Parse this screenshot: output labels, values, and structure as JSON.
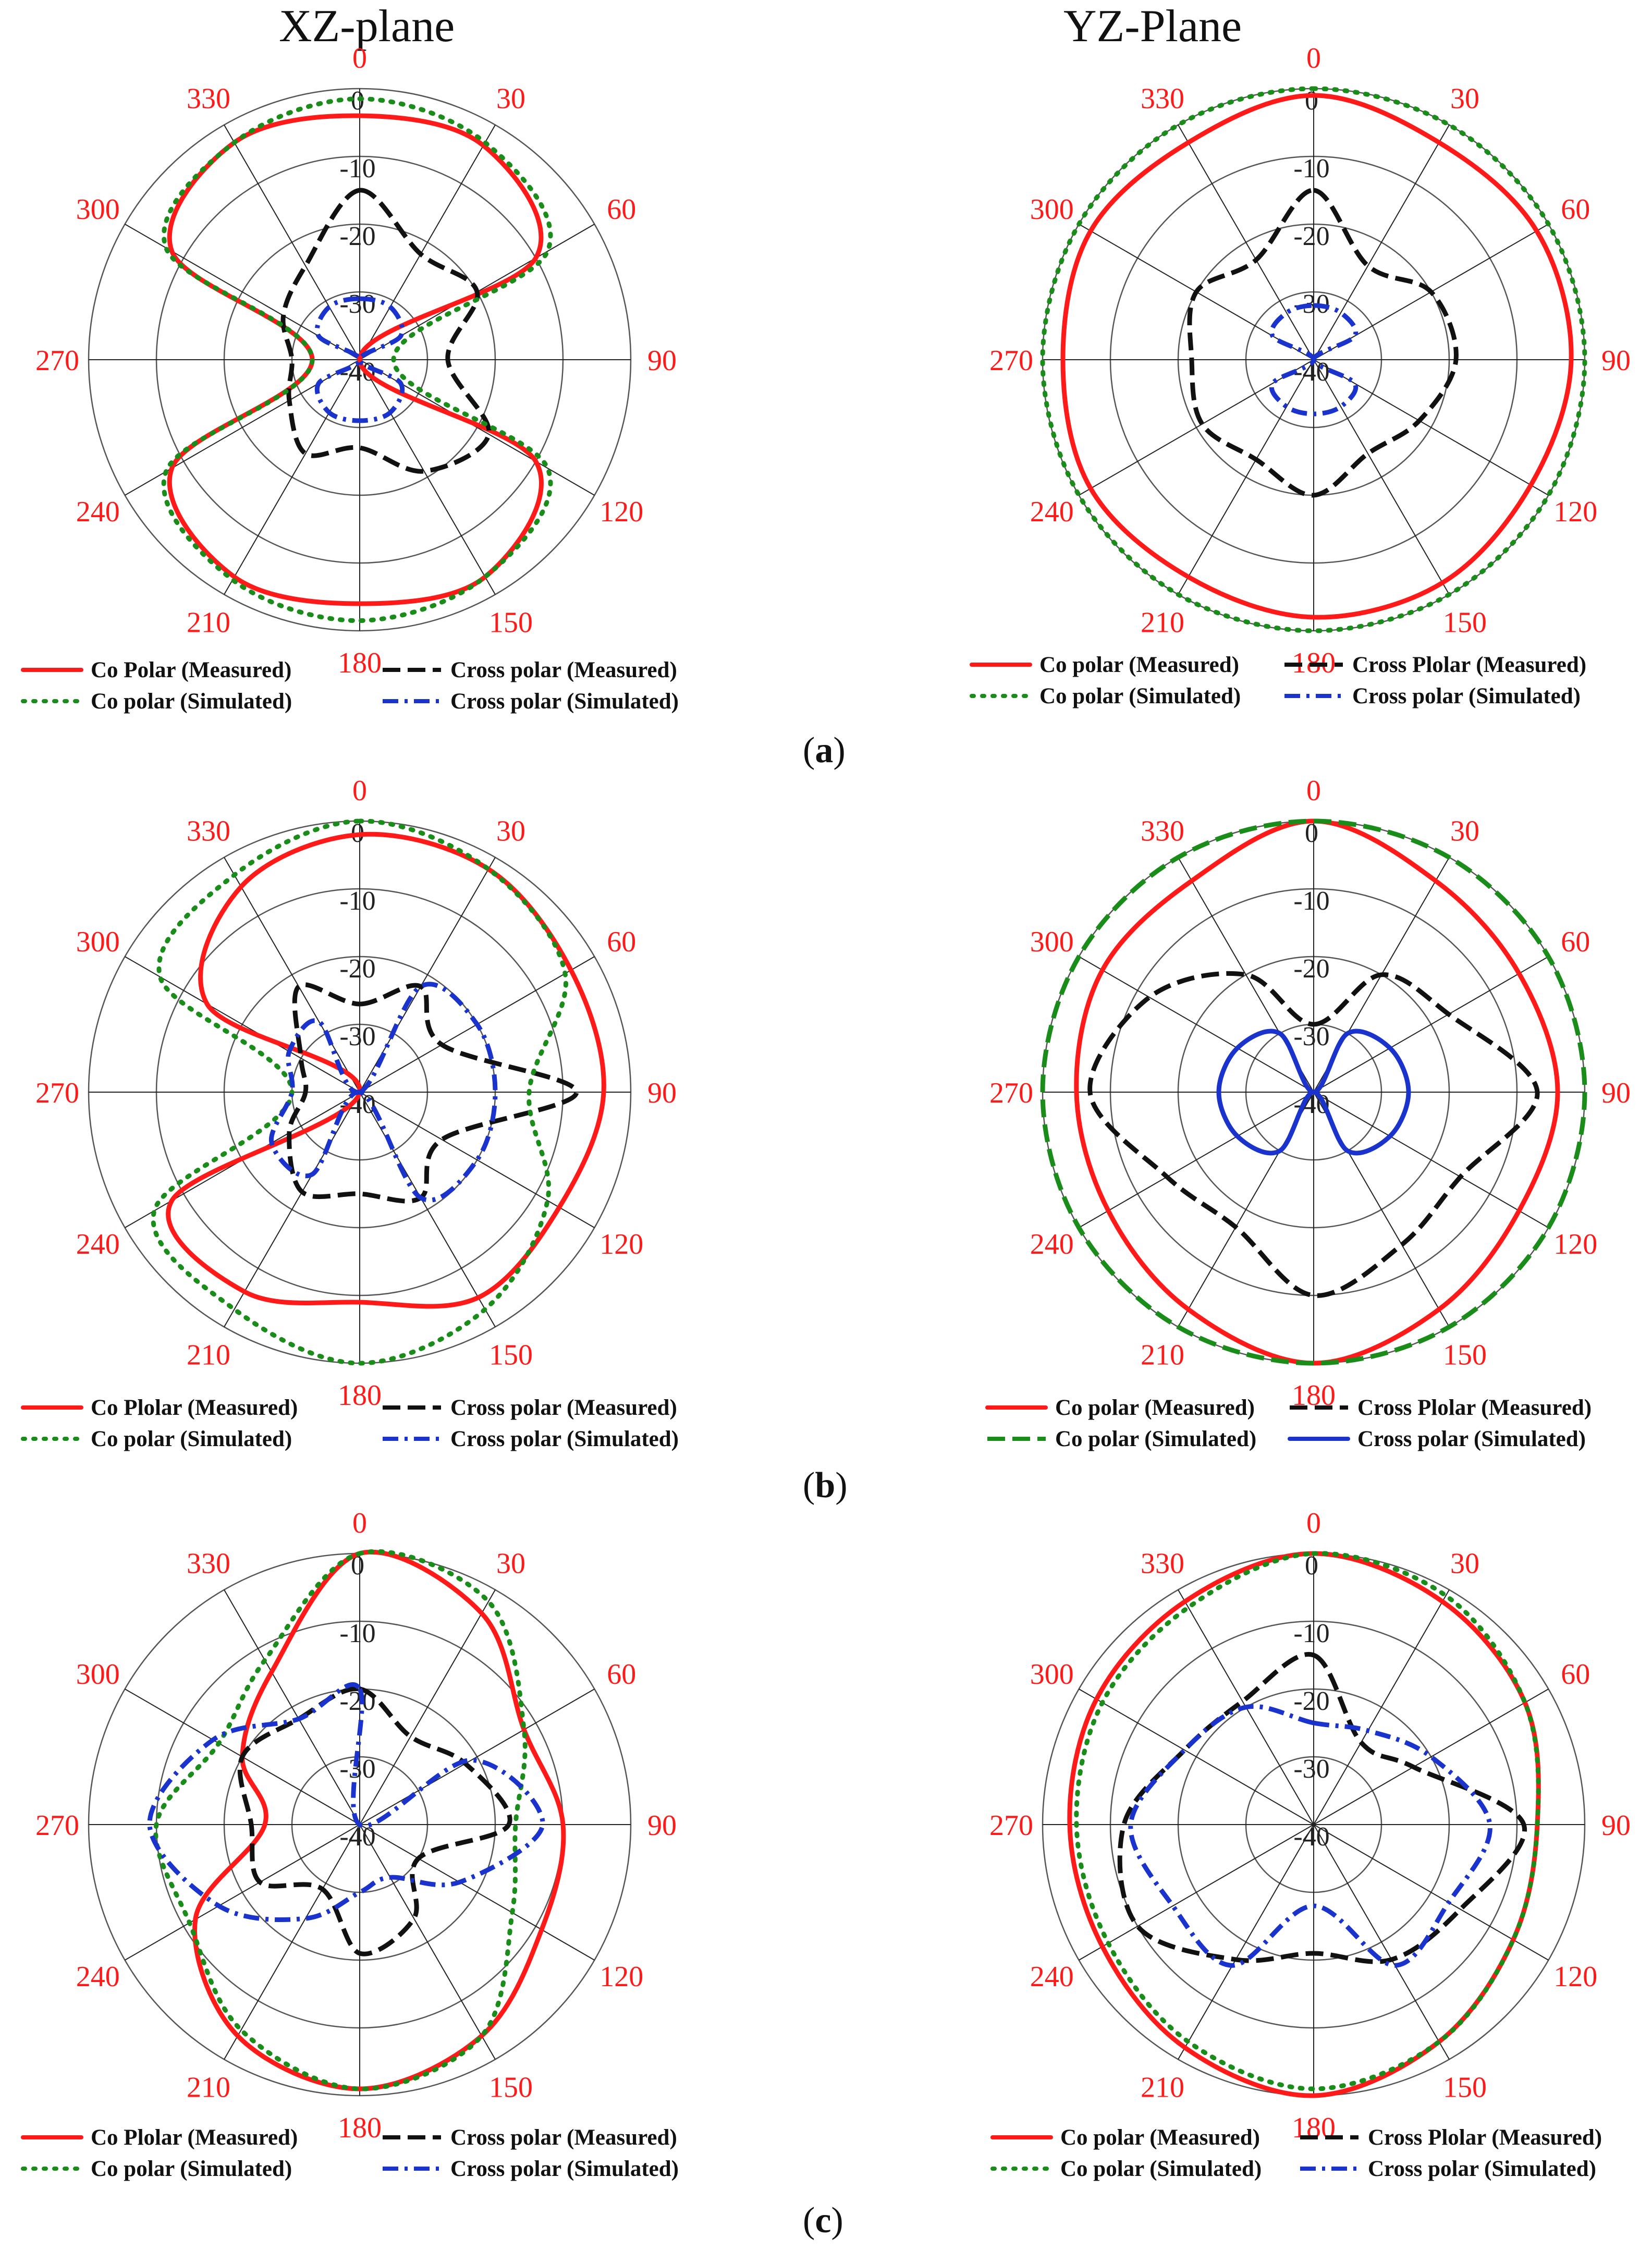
{
  "column_titles": [
    "XZ-plane",
    "YZ-Plane"
  ],
  "captions": [
    {
      "open": "(",
      "letter": "a",
      "close": ")"
    },
    {
      "open": "(",
      "letter": "b",
      "close": ")"
    },
    {
      "open": "(",
      "letter": "c",
      "close": ")"
    }
  ],
  "colors": {
    "co_measured": "#ff1a1a",
    "cross_measured": "#111111",
    "co_simulated": "#1a8c1a",
    "cross_simulated": "#1a33cc",
    "angle_label": "#ff1a1a",
    "grid": "#555555"
  },
  "chart_data": [
    {
      "type": "polar",
      "panel": "a",
      "plane": "XZ-plane",
      "rlim": [
        -40,
        0
      ],
      "r_ticks": [
        "0",
        "-10",
        "-20",
        "-30",
        "-40"
      ],
      "angle_ticks": [
        "0",
        "30",
        "60",
        "90",
        "120",
        "150",
        "180",
        "210",
        "240",
        "270",
        "300",
        "330"
      ],
      "angles_deg": [
        0,
        30,
        60,
        90,
        120,
        150,
        180,
        210,
        240,
        270,
        300,
        330
      ],
      "legend": [
        "Co Polar (Measured)",
        "Cross polar (Measured)",
        "Co polar (Simulated)",
        "Cross polar (Simulated)"
      ],
      "series": [
        {
          "values": [
            -4,
            -3.5,
            -10,
            -40,
            -10,
            -3,
            -4,
            -3,
            -8,
            -33,
            -8,
            -3
          ],
          "style": "solid",
          "color_key": "co_measured"
        },
        {
          "values": [
            -15,
            -22,
            -20,
            -27,
            -18,
            -21,
            -27,
            -24,
            -28,
            -30,
            -27,
            -24
          ],
          "style": "dash",
          "color_key": "cross_measured"
        },
        {
          "values": [
            -1.5,
            -3,
            -8,
            -35,
            -8,
            -3,
            -1.5,
            -2.5,
            -7,
            -33,
            -7,
            -3
          ],
          "style": "dot",
          "color_key": "co_simulated"
        },
        {
          "values": [
            -31,
            -31,
            -33,
            -40,
            -33,
            -31,
            -31,
            -31,
            -33,
            -40,
            -33,
            -31
          ],
          "style": "dashdot",
          "color_key": "cross_simulated"
        }
      ]
    },
    {
      "type": "polar",
      "panel": "a",
      "plane": "YZ-Plane",
      "rlim": [
        -40,
        0
      ],
      "r_ticks": [
        "0",
        "-10",
        "-20",
        "-30",
        "-40"
      ],
      "angle_ticks": [
        "0",
        "30",
        "60",
        "90",
        "120",
        "150",
        "180",
        "210",
        "240",
        "270",
        "300",
        "330"
      ],
      "angles_deg": [
        0,
        30,
        60,
        90,
        120,
        150,
        180,
        210,
        240,
        270,
        300,
        330
      ],
      "legend": [
        "Co polar (Measured)",
        "Cross Plolar (Measured)",
        "Co polar (Simulated)",
        "Cross polar (Simulated)"
      ],
      "series": [
        {
          "values": [
            -1,
            -3,
            -2,
            -2,
            -3,
            -2,
            -2,
            -3,
            -2,
            -3,
            -2,
            -3
          ],
          "style": "solid",
          "color_key": "co_measured"
        },
        {
          "values": [
            -15,
            -24,
            -20,
            -19,
            -22,
            -24,
            -20,
            -23,
            -21,
            -22,
            -20,
            -23
          ],
          "style": "dash",
          "color_key": "cross_measured"
        },
        {
          "values": [
            0,
            0,
            0,
            0,
            0,
            0,
            0,
            0,
            0,
            0,
            0,
            0
          ],
          "style": "dot",
          "color_key": "co_simulated"
        },
        {
          "values": [
            -32,
            -32,
            -33,
            -40,
            -33,
            -32,
            -32,
            -32,
            -33,
            -40,
            -33,
            -32
          ],
          "style": "dashdot",
          "color_key": "cross_simulated"
        }
      ]
    },
    {
      "type": "polar",
      "panel": "b",
      "plane": "XZ-plane",
      "rlim": [
        -40,
        0
      ],
      "r_ticks": [
        "0",
        "-10",
        "-20",
        "-30",
        "-40"
      ],
      "angle_ticks": [
        "0",
        "30",
        "60",
        "90",
        "120",
        "150",
        "180",
        "210",
        "240",
        "270",
        "300",
        "330"
      ],
      "angles_deg": [
        0,
        30,
        60,
        90,
        120,
        150,
        180,
        210,
        240,
        270,
        300,
        330
      ],
      "legend": [
        "Co Plolar (Measured)",
        "Cross polar (Measured)",
        "Co polar (Simulated)",
        "Cross polar (Simulated)"
      ],
      "series": [
        {
          "values": [
            -2,
            -2,
            -4,
            -4,
            -6,
            -5,
            -9,
            -6,
            -8,
            -40,
            -14,
            -5
          ],
          "style": "solid",
          "color_key": "co_measured"
        },
        {
          "values": [
            -27,
            -22,
            -26,
            -8,
            -26,
            -22,
            -25,
            -23,
            -28,
            -32,
            -30,
            -22
          ],
          "style": "dash",
          "color_key": "cross_measured"
        },
        {
          "values": [
            0,
            -2,
            -5,
            -15,
            -8,
            -3,
            0,
            -3,
            -5,
            -30,
            -6,
            -3
          ],
          "style": "dot",
          "color_key": "co_simulated"
        },
        {
          "values": [
            -40,
            -22,
            -20,
            -20,
            -20,
            -22,
            -40,
            -26,
            -25,
            -30,
            -28,
            -28
          ],
          "style": "dashdot",
          "color_key": "cross_simulated"
        }
      ]
    },
    {
      "type": "polar",
      "panel": "b",
      "plane": "YZ-Plane",
      "rlim": [
        -40,
        0
      ],
      "r_ticks": [
        "0",
        "-10",
        "-20",
        "-30",
        "-40"
      ],
      "angle_ticks": [
        "0",
        "30",
        "60",
        "90",
        "120",
        "150",
        "180",
        "210",
        "240",
        "270",
        "300",
        "330"
      ],
      "angles_deg": [
        0,
        30,
        60,
        90,
        120,
        150,
        180,
        210,
        240,
        270,
        300,
        330
      ],
      "legend": [
        "Co polar (Measured)",
        "Cross Plolar (Measured)",
        "Co polar (Simulated)",
        "Cross polar (Simulated)"
      ],
      "series": [
        {
          "values": [
            0,
            -4,
            -5,
            -4,
            -5,
            -3,
            0,
            -3,
            -5,
            -5,
            -4,
            -4
          ],
          "style": "solid",
          "color_key": "co_measured"
        },
        {
          "values": [
            -30,
            -20,
            -17,
            -7,
            -15,
            -14,
            -10,
            -17,
            -15,
            -7,
            -12,
            -20
          ],
          "style": "dash",
          "color_key": "cross_measured"
        },
        {
          "values": [
            0,
            0,
            0,
            0,
            0,
            0,
            0,
            0,
            0,
            0,
            0,
            0
          ],
          "style": "dash",
          "color_key": "co_simulated"
        },
        {
          "values": [
            -40,
            -30,
            -27,
            -26,
            -27,
            -30,
            -40,
            -30,
            -27,
            -26,
            -27,
            -30
          ],
          "style": "solid",
          "color_key": "cross_simulated"
        }
      ]
    },
    {
      "type": "polar",
      "panel": "c",
      "plane": "XZ-plane",
      "rlim": [
        -40,
        0
      ],
      "r_ticks": [
        "0",
        "-10",
        "-20",
        "-30",
        "-40"
      ],
      "angle_ticks": [
        "0",
        "30",
        "60",
        "90",
        "120",
        "150",
        "180",
        "210",
        "240",
        "270",
        "300",
        "330"
      ],
      "angles_deg": [
        0,
        30,
        60,
        90,
        120,
        150,
        180,
        210,
        240,
        270,
        300,
        330
      ],
      "legend": [
        "Co Plolar (Measured)",
        "Cross polar (Measured)",
        "Co polar (Simulated)",
        "Cross polar (Simulated)"
      ],
      "series": [
        {
          "values": [
            0,
            -4,
            -12,
            -10,
            -9,
            -4,
            -1,
            -4,
            -12,
            -26,
            -20,
            -14
          ],
          "style": "solid",
          "color_key": "co_measured"
        },
        {
          "values": [
            -20,
            -25,
            -22,
            -18,
            -30,
            -24,
            -21,
            -29,
            -23,
            -24,
            -20,
            -22
          ],
          "style": "dash",
          "color_key": "cross_measured"
        },
        {
          "values": [
            0,
            -2,
            -12,
            -17,
            -14,
            -4,
            -1,
            -5,
            -11,
            -10,
            -16,
            -12
          ],
          "style": "dot",
          "color_key": "co_simulated"
        },
        {
          "values": [
            -20,
            -40,
            -21,
            -13,
            -23,
            -31,
            -30,
            -24,
            -16,
            -9,
            -15,
            -22
          ],
          "style": "dashdot",
          "color_key": "cross_simulated"
        }
      ]
    },
    {
      "type": "polar",
      "panel": "c",
      "plane": "YZ-Plane",
      "rlim": [
        -40,
        0
      ],
      "r_ticks": [
        "0",
        "-10",
        "-20",
        "-30",
        "-40"
      ],
      "angle_ticks": [
        "0",
        "30",
        "60",
        "90",
        "120",
        "150",
        "180",
        "210",
        "240",
        "270",
        "300",
        "330"
      ],
      "angles_deg": [
        0,
        30,
        60,
        90,
        120,
        150,
        180,
        210,
        240,
        270,
        300,
        330
      ],
      "legend": [
        "Co polar (Measured)",
        "Cross Plolar (Measured)",
        "Co polar (Simulated)",
        "Cross polar (Simulated)"
      ],
      "series": [
        {
          "values": [
            0,
            -2,
            -4,
            -7,
            -6,
            -3,
            0,
            -2,
            -4,
            -4,
            -3,
            -2
          ],
          "style": "solid",
          "color_key": "co_measured"
        },
        {
          "values": [
            -15,
            -26,
            -23,
            -9,
            -15,
            -17,
            -21,
            -17,
            -10,
            -12,
            -18,
            -19
          ],
          "style": "dash",
          "color_key": "cross_measured"
        },
        {
          "values": [
            0,
            -1,
            -4,
            -7,
            -6,
            -3,
            -1,
            -3,
            -5,
            -5,
            -4,
            -3
          ],
          "style": "dot",
          "color_key": "co_simulated"
        },
        {
          "values": [
            -25,
            -24,
            -20,
            -14,
            -17,
            -16,
            -28,
            -16,
            -16,
            -13,
            -18,
            -20
          ],
          "style": "dashdot",
          "color_key": "cross_simulated"
        }
      ]
    }
  ]
}
